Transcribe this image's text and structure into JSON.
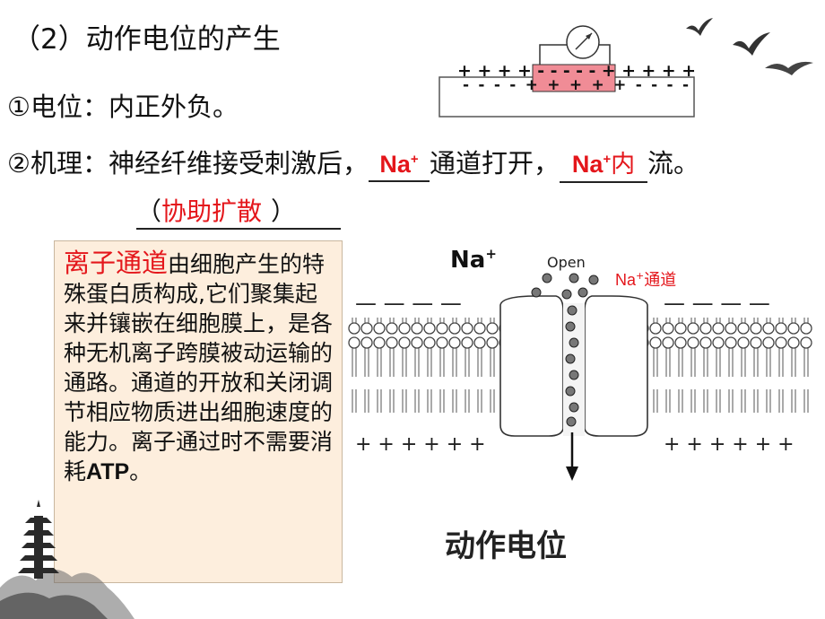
{
  "heading": "（2）动作电位的产生",
  "point1": "①电位：内正外负。",
  "point2": {
    "prefix": "②机理：神经纤维接受刺激后，",
    "blank1": "Na",
    "blank1_sup": "+",
    "middle": "通道打开，",
    "blank2": "Na",
    "blank2_sup": "+",
    "blank2_suffix": "内",
    "suffix": "流。"
  },
  "transport": {
    "open_paren": "（",
    "answer": "协助扩散",
    "close_paren": "）"
  },
  "textbox": {
    "highlight": "离子通道",
    "body": "由细胞产生的特殊蛋白质构成,它们聚集起来并镶嵌在细胞膜上，是各种无机离子跨膜被动运输的通路。通道的开放和关闭调节相应物质进出细胞速度的能力。离子通过时不需要消耗",
    "atp": "ATP",
    "end": "。"
  },
  "fiber_diagram": {
    "top_signs": "+ + + + - - - - - + + + + +",
    "bottom_signs": "- - - - + + + + + - - - -"
  },
  "membrane_diagram": {
    "na_label": "Na",
    "na_sup": "+",
    "open_label": "Open",
    "channel_label": "Na",
    "channel_sup": "+",
    "channel_suffix": "通道",
    "top_dashes": "— — — —",
    "bottom_plus": "+ + + + + +",
    "caption": "动作电位"
  },
  "colors": {
    "accent_red": "#e4161b",
    "textbox_bg": "#fdeedd",
    "depolarized_zone": "#f08c96"
  }
}
